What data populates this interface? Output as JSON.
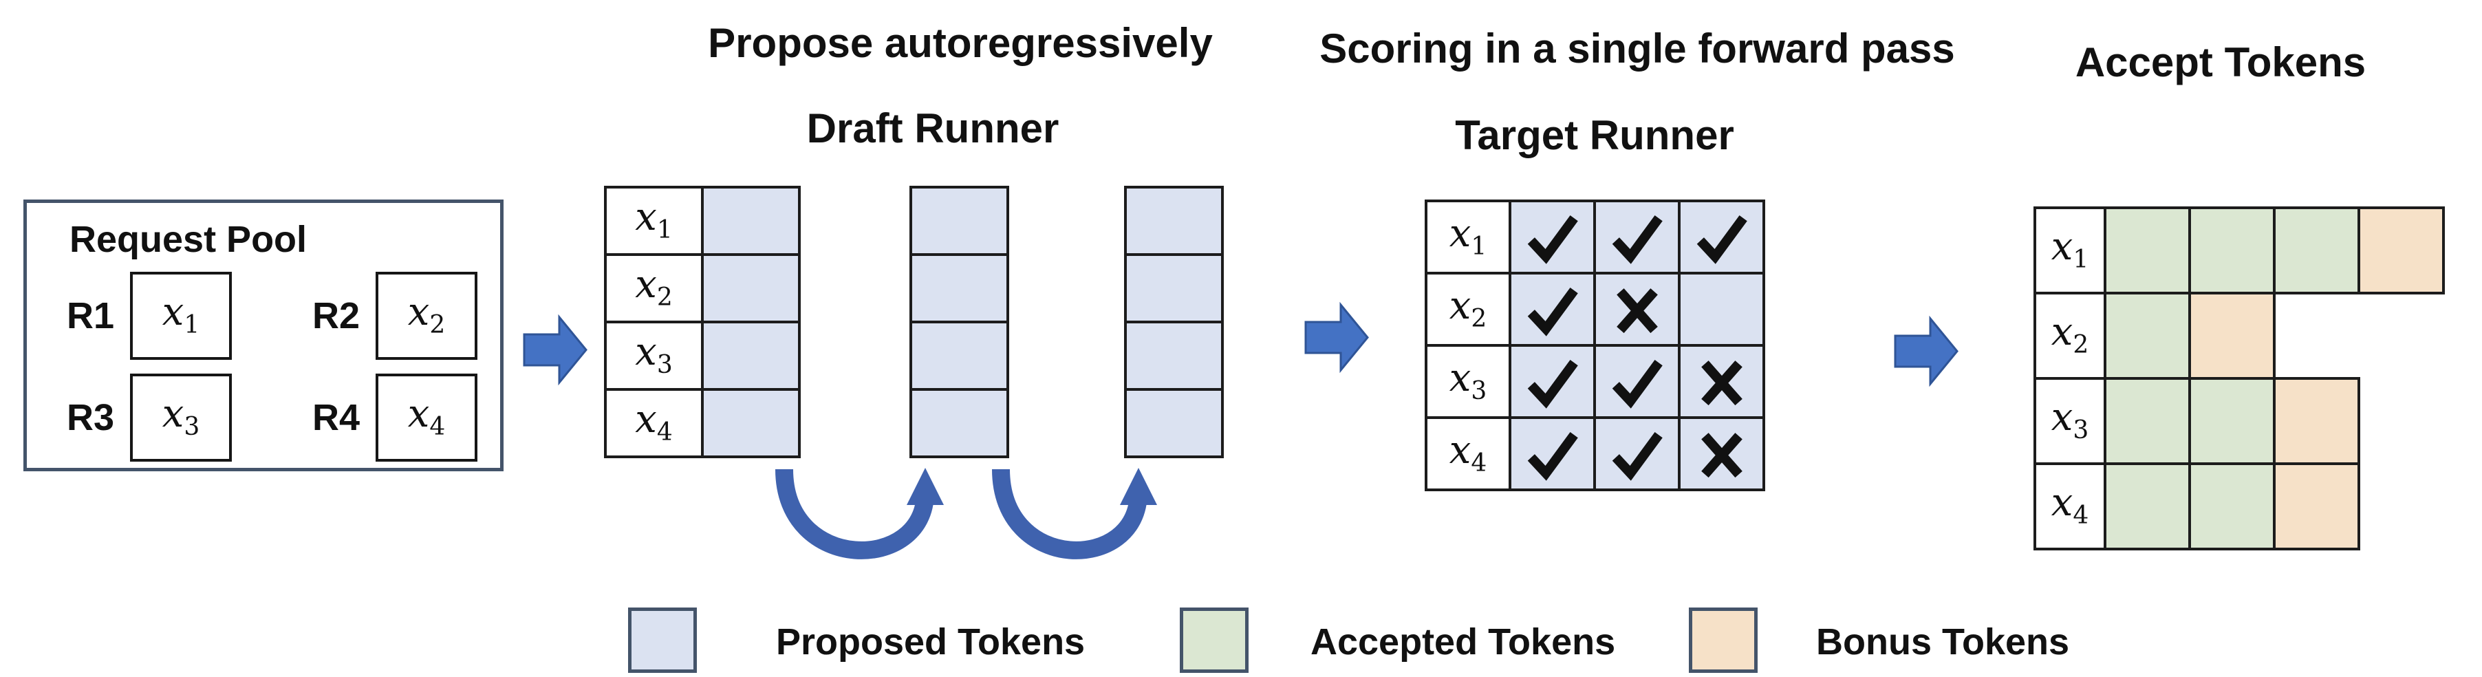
{
  "colors": {
    "proposed": "#dbe2f1",
    "accepted": "#dbe7d2",
    "bonus": "#f6e1c8",
    "arrow_fill": "#4472c4",
    "arrow_outline": "#2f5496",
    "ink": "#111111",
    "box_border": "#44546a"
  },
  "request_pool": {
    "title": "Request Pool",
    "requests": [
      {
        "label": "R1",
        "token": {
          "base": "x",
          "sub": "1"
        }
      },
      {
        "label": "R2",
        "token": {
          "base": "x",
          "sub": "2"
        }
      },
      {
        "label": "R3",
        "token": {
          "base": "x",
          "sub": "3"
        }
      },
      {
        "label": "R4",
        "token": {
          "base": "x",
          "sub": "4"
        }
      }
    ]
  },
  "draft": {
    "title": "Propose autoregressively",
    "subtitle": "Draft Runner",
    "row_labels": [
      {
        "base": "x",
        "sub": "1"
      },
      {
        "base": "x",
        "sub": "2"
      },
      {
        "base": "x",
        "sub": "3"
      },
      {
        "base": "x",
        "sub": "4"
      }
    ],
    "autoregressive_steps": 3
  },
  "target": {
    "title": "Scoring in a single forward pass",
    "subtitle": "Target Runner",
    "row_labels": [
      {
        "base": "x",
        "sub": "1"
      },
      {
        "base": "x",
        "sub": "2"
      },
      {
        "base": "x",
        "sub": "3"
      },
      {
        "base": "x",
        "sub": "4"
      }
    ],
    "scores": [
      [
        "check",
        "check",
        "check"
      ],
      [
        "check",
        "cross",
        "none"
      ],
      [
        "check",
        "check",
        "cross"
      ],
      [
        "check",
        "check",
        "cross"
      ]
    ]
  },
  "accept": {
    "title": "Accept Tokens",
    "row_labels": [
      {
        "base": "x",
        "sub": "1"
      },
      {
        "base": "x",
        "sub": "2"
      },
      {
        "base": "x",
        "sub": "3"
      },
      {
        "base": "x",
        "sub": "4"
      }
    ],
    "rows": [
      [
        "accepted",
        "accepted",
        "accepted",
        "bonus"
      ],
      [
        "accepted",
        "bonus"
      ],
      [
        "accepted",
        "accepted",
        "bonus"
      ],
      [
        "accepted",
        "accepted",
        "bonus"
      ]
    ]
  },
  "legend": [
    {
      "swatch": "proposed",
      "label": "Proposed Tokens"
    },
    {
      "swatch": "accepted",
      "label": "Accepted Tokens"
    },
    {
      "swatch": "bonus",
      "label": "Bonus Tokens"
    }
  ]
}
